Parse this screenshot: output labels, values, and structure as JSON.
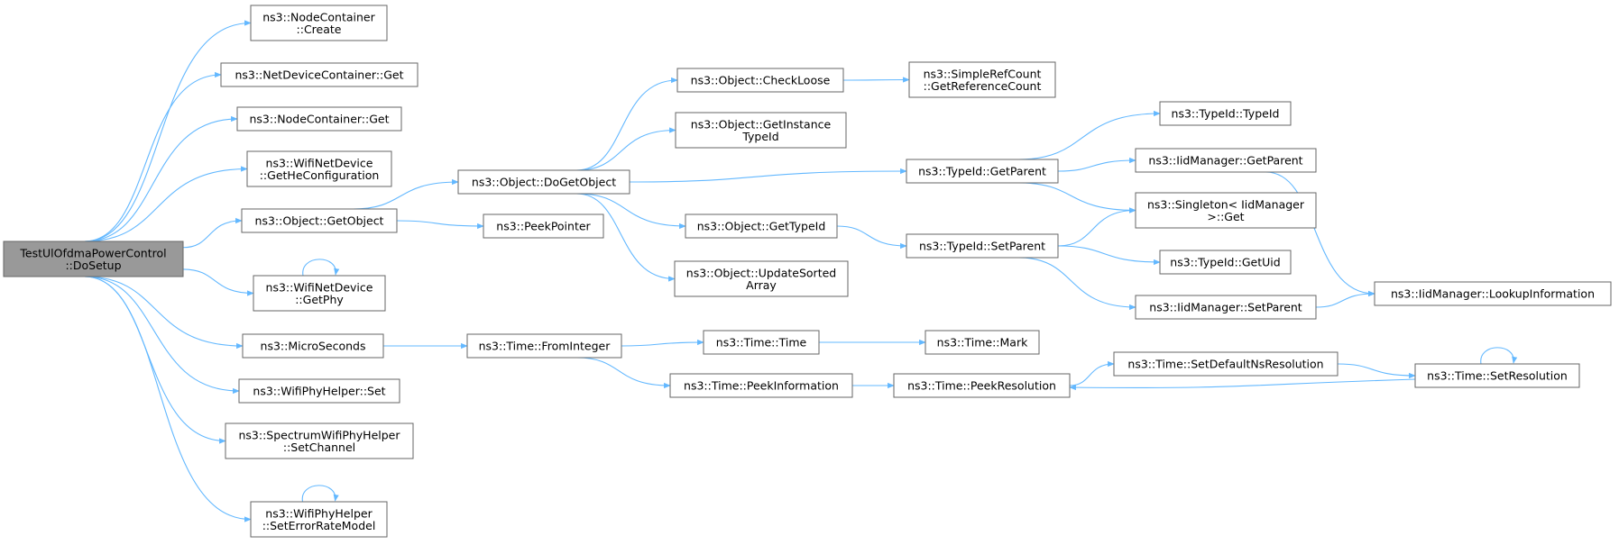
{
  "nodes": {
    "root": [
      "TestUlOfdmaPowerControl",
      "::DoSetup"
    ],
    "nc_create": [
      "ns3::NodeContainer",
      "::Create"
    ],
    "ndc_get": [
      "ns3::NetDeviceContainer::Get"
    ],
    "nc_get": [
      "ns3::NodeContainer::Get"
    ],
    "getheconf": [
      "ns3::WifiNetDevice",
      "::GetHeConfiguration"
    ],
    "getobject": [
      "ns3::Object::GetObject"
    ],
    "getphy": [
      "ns3::WifiNetDevice",
      "::GetPhy"
    ],
    "microseconds": [
      "ns3::MicroSeconds"
    ],
    "wph_set": [
      "ns3::WifiPhyHelper::Set"
    ],
    "setchannel": [
      "ns3::SpectrumWifiPhyHelper",
      "::SetChannel"
    ],
    "seterror": [
      "ns3::WifiPhyHelper",
      "::SetErrorRateModel"
    ],
    "dogetobject": [
      "ns3::Object::DoGetObject"
    ],
    "peekpointer": [
      "ns3::PeekPointer"
    ],
    "fromint": [
      "ns3::Time::FromInteger"
    ],
    "checkloose": [
      "ns3::Object::CheckLoose"
    ],
    "getinst": [
      "ns3::Object::GetInstance",
      "TypeId"
    ],
    "gettypeid": [
      "ns3::Object::GetTypeId"
    ],
    "updsorted": [
      "ns3::Object::UpdateSorted",
      "Array"
    ],
    "time_time": [
      "ns3::Time::Time"
    ],
    "peekinfo": [
      "ns3::Time::PeekInformation"
    ],
    "getrefcount": [
      "ns3::SimpleRefCount",
      "::GetReferenceCount"
    ],
    "tid_getparent": [
      "ns3::TypeId::GetParent"
    ],
    "tid_setparent": [
      "ns3::TypeId::SetParent"
    ],
    "time_mark": [
      "ns3::Time::Mark"
    ],
    "peekres": [
      "ns3::Time::PeekResolution"
    ],
    "tid_typeid": [
      "ns3::TypeId::TypeId"
    ],
    "iid_getparent": [
      "ns3::IidManager::GetParent"
    ],
    "singleton": [
      "ns3::Singleton< IidManager",
      ">::Get"
    ],
    "getuid": [
      "ns3::TypeId::GetUid"
    ],
    "iid_setparent": [
      "ns3::IidManager::SetParent"
    ],
    "setdefres": [
      "ns3::Time::SetDefaultNsResolution"
    ],
    "lookup": [
      "ns3::IidManager::LookupInformation"
    ],
    "setres": [
      "ns3::Time::SetResolution"
    ]
  },
  "edges": [
    [
      "root",
      "nc_create"
    ],
    [
      "root",
      "ndc_get"
    ],
    [
      "root",
      "nc_get"
    ],
    [
      "root",
      "getheconf"
    ],
    [
      "root",
      "getobject"
    ],
    [
      "root",
      "getphy"
    ],
    [
      "root",
      "microseconds"
    ],
    [
      "root",
      "wph_set"
    ],
    [
      "root",
      "setchannel"
    ],
    [
      "root",
      "seterror"
    ],
    [
      "getobject",
      "dogetobject"
    ],
    [
      "getobject",
      "peekpointer"
    ],
    [
      "getphy",
      "getphy"
    ],
    [
      "seterror",
      "seterror"
    ],
    [
      "microseconds",
      "fromint"
    ],
    [
      "dogetobject",
      "checkloose"
    ],
    [
      "dogetobject",
      "getinst"
    ],
    [
      "dogetobject",
      "tid_getparent"
    ],
    [
      "dogetobject",
      "gettypeid"
    ],
    [
      "dogetobject",
      "updsorted"
    ],
    [
      "checkloose",
      "getrefcount"
    ],
    [
      "gettypeid",
      "tid_setparent"
    ],
    [
      "fromint",
      "time_time"
    ],
    [
      "fromint",
      "peekinfo"
    ],
    [
      "time_time",
      "time_mark"
    ],
    [
      "peekinfo",
      "peekres"
    ],
    [
      "tid_getparent",
      "tid_typeid"
    ],
    [
      "tid_getparent",
      "iid_getparent"
    ],
    [
      "tid_getparent",
      "singleton"
    ],
    [
      "tid_setparent",
      "singleton"
    ],
    [
      "tid_setparent",
      "getuid"
    ],
    [
      "tid_setparent",
      "iid_setparent"
    ],
    [
      "iid_getparent",
      "lookup"
    ],
    [
      "iid_setparent",
      "lookup"
    ],
    [
      "peekres",
      "setdefres"
    ],
    [
      "setdefres",
      "setres"
    ],
    [
      "setres",
      "setres"
    ],
    [
      "setres",
      "peekres"
    ]
  ],
  "colors": {
    "edge": "#63b8ff",
    "root_fill": "#999999",
    "node_fill": "#ffffff",
    "border": "#666666"
  }
}
